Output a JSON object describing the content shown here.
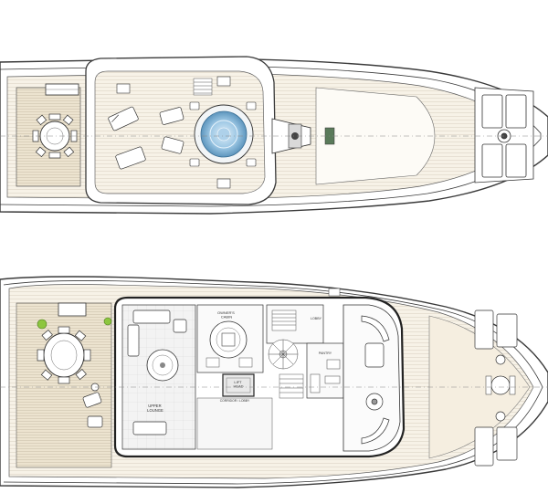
{
  "labels": {
    "upper_lounge": "UPPER\nLOUNGE",
    "owners_cabin": "OWNER'S\nCABIN",
    "lift": "LIFT\nHEAD",
    "corridor": "CORRIDOR / LOBBY",
    "pantry": "PANTRY",
    "lobby": "LOBBY"
  },
  "colors": {
    "line": "#3a3a3a",
    "deck_teak": "#efe6d2",
    "deck_light": "#f6f1e6",
    "pool_water": "#b9d8ec",
    "pool_deep": "#6aa3c8",
    "plant_green": "#8dc63f",
    "vent_green": "#5a7a5a",
    "hull_white": "#ffffff"
  },
  "icons": [
    "round-dining-table",
    "sun-lounger",
    "jacuzzi-pool",
    "radar-mast",
    "planter",
    "sofa",
    "spiral-stair"
  ]
}
